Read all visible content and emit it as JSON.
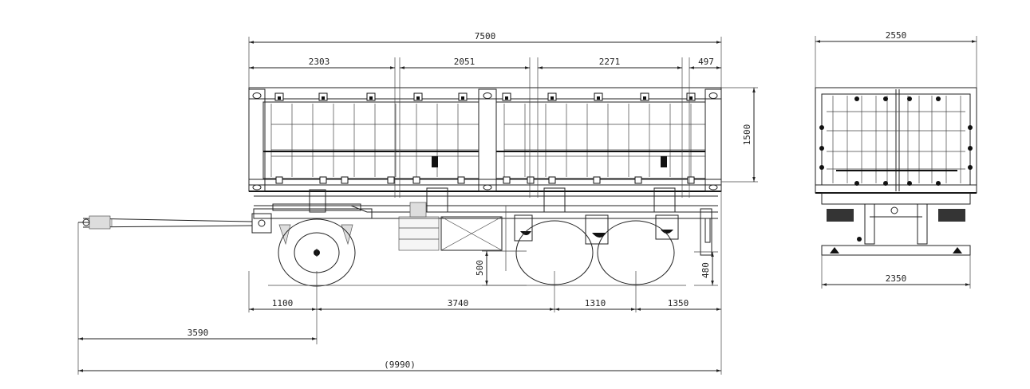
{
  "dimensions": {
    "side_view": {
      "overall_body_length": "7500",
      "segment_1": "2303",
      "segment_2": "2051",
      "segment_3": "2271",
      "segment_4": "497",
      "body_height": "1500",
      "ground_clearance_mid": "500",
      "ground_clearance_rear": "480",
      "front_overhang": "1100",
      "wheelbase": "3740",
      "axle_spread": "1310",
      "rear_overhang": "1350",
      "drawbar_length": "3590",
      "total_length": "(9990)"
    },
    "rear_view": {
      "overall_width": "2550",
      "track_width": "2350"
    }
  }
}
